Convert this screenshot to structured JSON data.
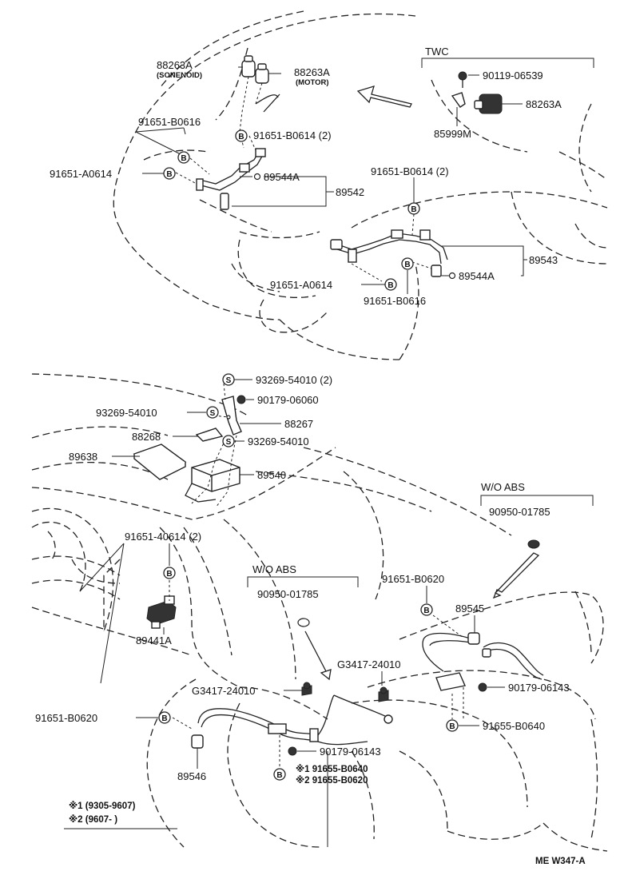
{
  "labels": {
    "p88263A_1": "88263A",
    "sonenoid": "(SONENOID)",
    "p88263A_2": "88263A",
    "motor": "(MOTOR)",
    "twc": "TWC",
    "p90119": "90119-06539",
    "p88263A_3": "88263A",
    "p85999M": "85999M",
    "p91651_B0616_a": "91651-B0616",
    "p91651_B0614_2a": "91651-B0614 (2)",
    "p91651_A0614_a": "91651-A0614",
    "p89544A_a": "89544A",
    "p89542": "89542",
    "p91651_B0614_2b": "91651-B0614 (2)",
    "p89543": "89543",
    "p89544A_b": "89544A",
    "p91651_A0614_b": "91651-A0614",
    "p91651_B0616_b": "91651-B0616",
    "p93269_2": "93269-54010 (2)",
    "p90179_06060": "90179-06060",
    "p93269_a": "93269-54010",
    "p88267": "88267",
    "p88268": "88268",
    "p93269_b": "93269-54010",
    "p89638": "89638",
    "p89540": "89540",
    "wo_abs_1": "W/O ABS",
    "p90950_a": "90950-01785",
    "p91651_40614": "91651-40614 (2)",
    "wo_abs_2": "W/O ABS",
    "p90950_b": "90950-01785",
    "p91651_B0620_a": "91651-B0620",
    "p89545": "89545",
    "p89441A": "89441A",
    "p G3417_a": "G3417-24010",
    "pG3417_b": "G3417-24010",
    "p90179_06143_a": "90179-06143",
    "p91651_B0620_b": "91651-B0620",
    "p91655_B0640": "91655-B0640",
    "p90179_06143_b": "90179-06143",
    "p89546": "89546",
    "note1": "※1 91655-B0640",
    "note2": "※2 91655-B0620",
    "legend1": "※1 (9305-9607)",
    "legend2": "※2 (9607-      )",
    "code": "ME  W347-A",
    "symB": "B",
    "symS": "S"
  }
}
